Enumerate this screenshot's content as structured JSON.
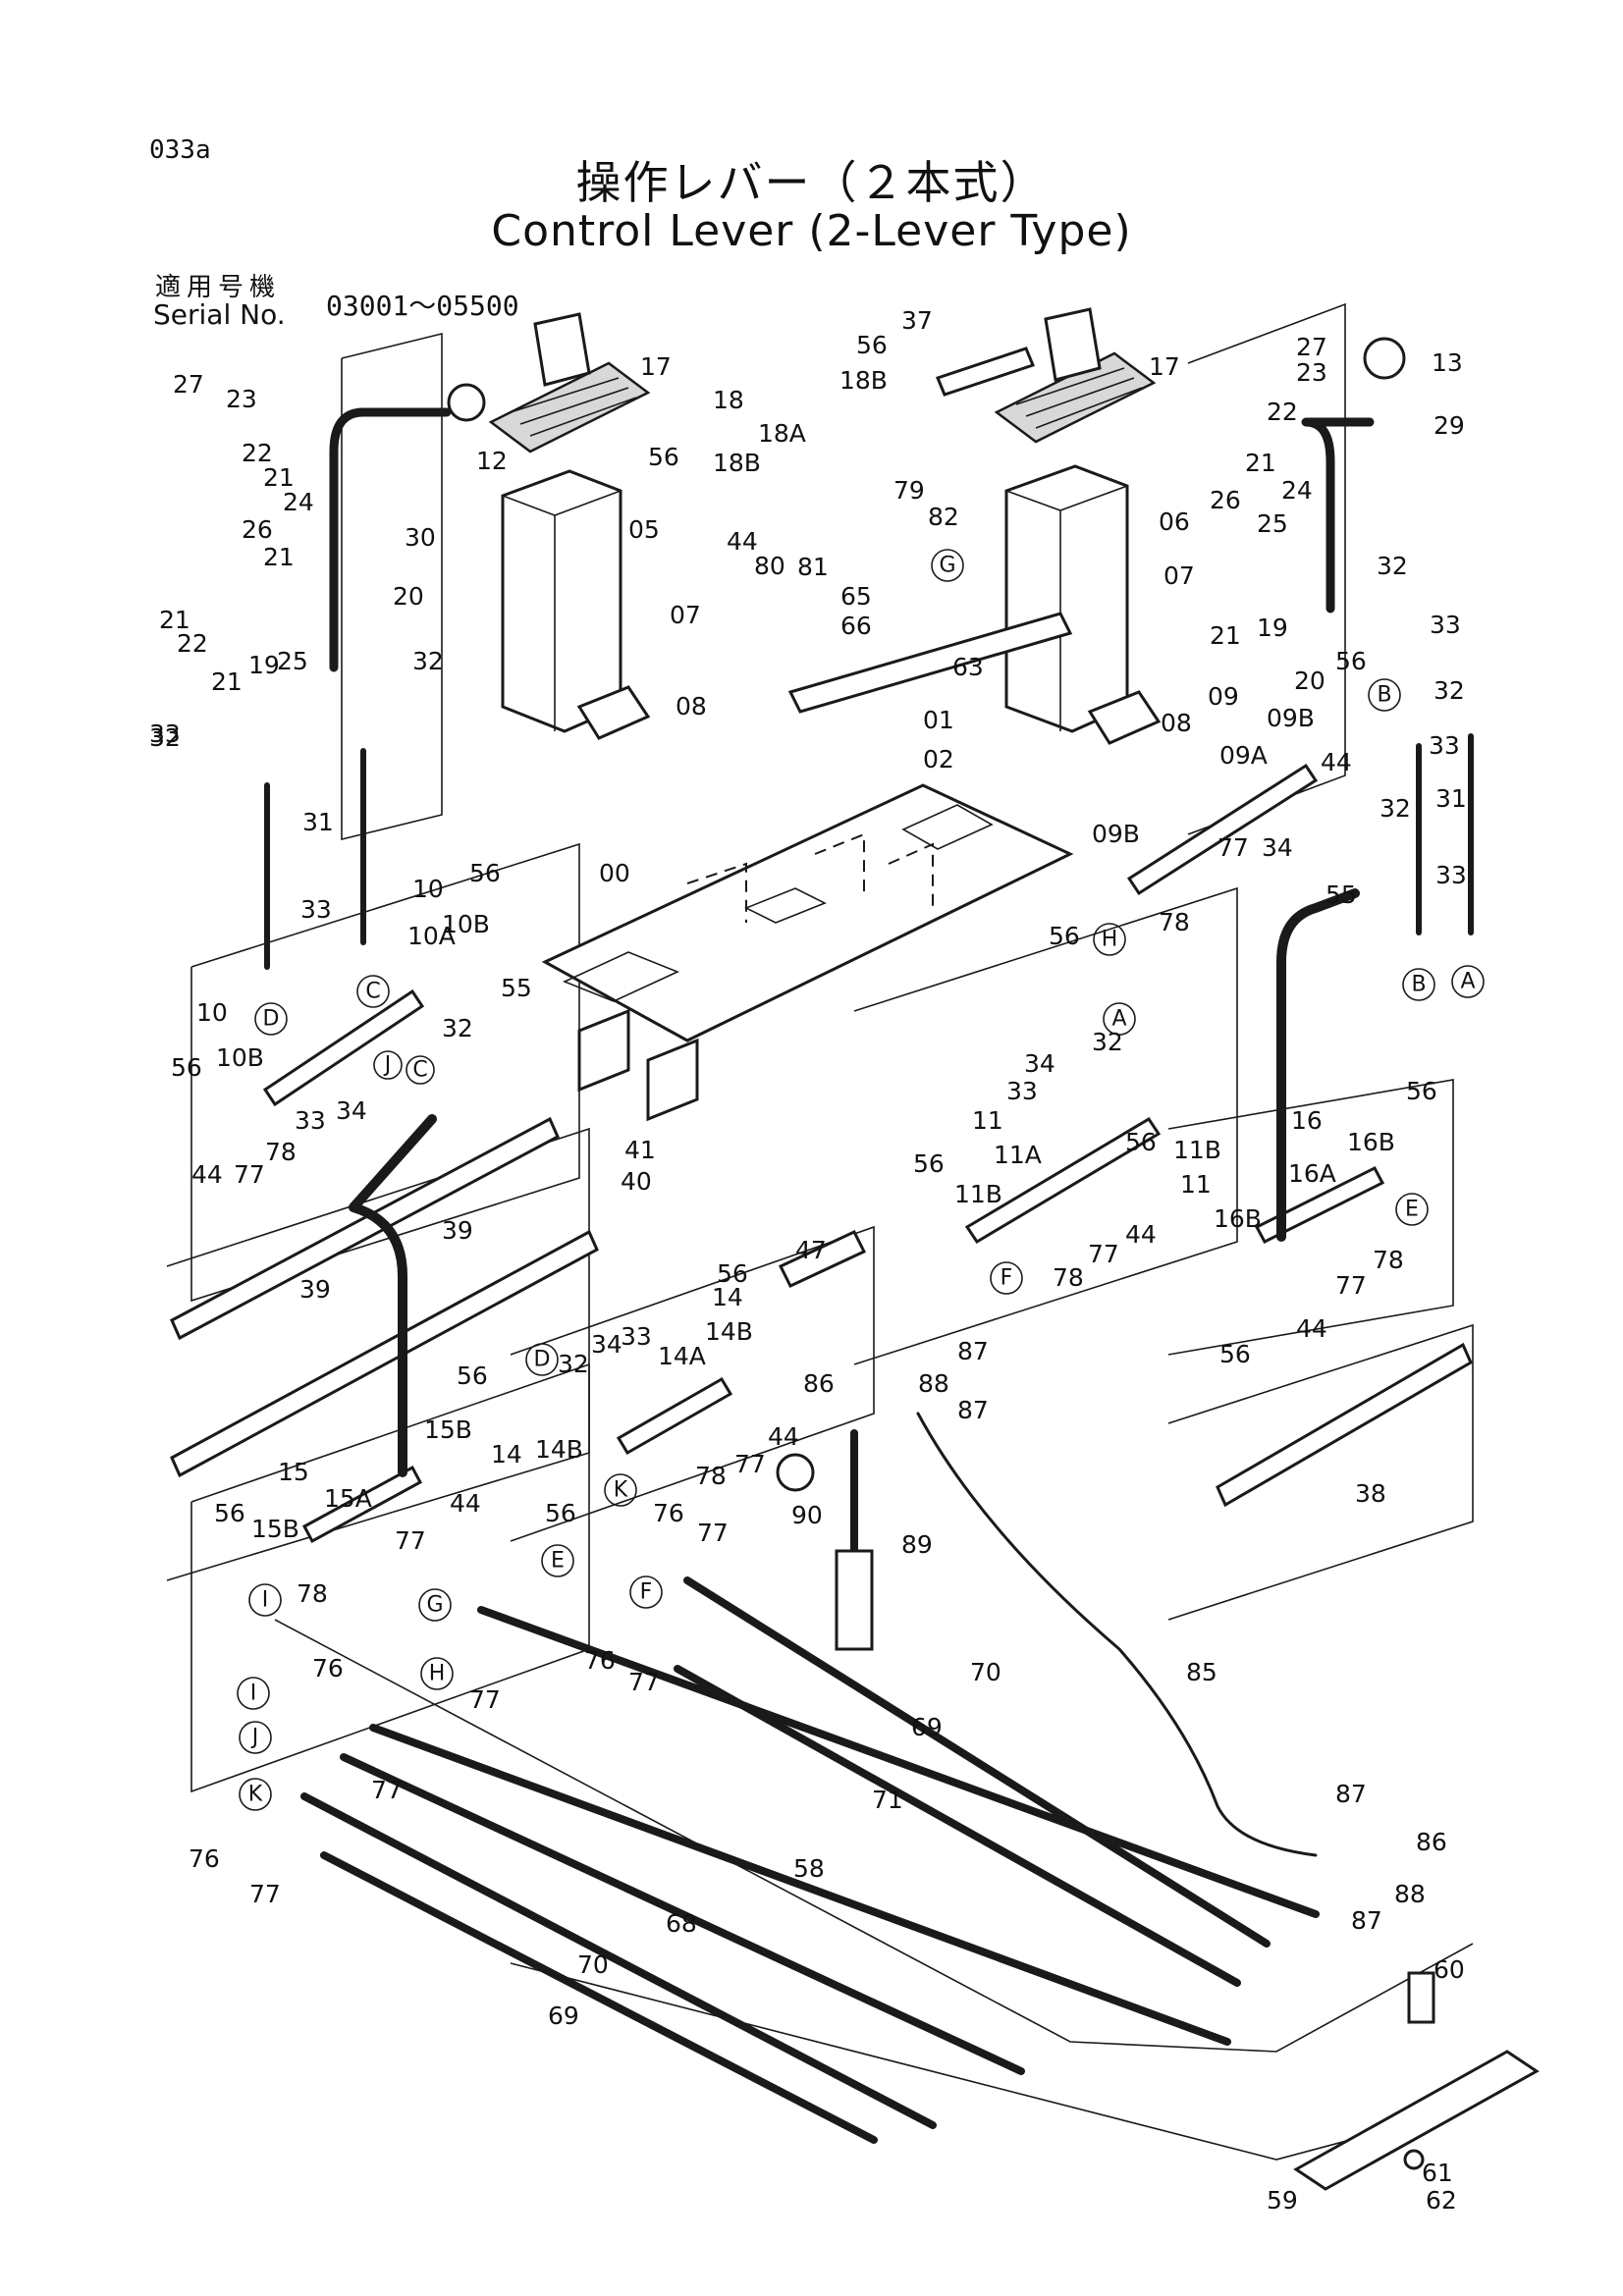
{
  "header": {
    "page_code": "033a",
    "title_jp": "操作レバー（２本式）",
    "title_en": "Control Lever (2-Lever Type)",
    "serial_label_jp": "適用号機",
    "serial_label_en": "Serial No.",
    "serial_range": "03001～05500"
  },
  "labels": {
    "l17a": "17",
    "l17b": "17",
    "l37": "37",
    "l13": "13",
    "l56a": "56",
    "l18": "18",
    "l18B_a": "18B",
    "l18A": "18A",
    "l18B_b": "18B",
    "l27a": "27",
    "l23a": "23",
    "l27b": "27",
    "l23b": "23",
    "l12": "12",
    "l22a": "22",
    "l21a": "21",
    "l22b": "22",
    "l29": "29",
    "l79": "79",
    "l56b": "56",
    "l24a": "24",
    "l26a": "26",
    "l30": "30",
    "l05": "05",
    "l06": "06",
    "l44a": "44",
    "l82": "82",
    "l21b": "21",
    "l24b": "24",
    "l26b": "26",
    "l25a": "25",
    "l80": "80",
    "l81": "81",
    "l21c": "21",
    "l32a": "32",
    "l21d": "21",
    "l22c": "22",
    "l19a": "19",
    "l65": "65",
    "l66": "66",
    "l07a": "07",
    "l07b": "07",
    "l21e": "21",
    "l19b": "19",
    "l33a": "33",
    "l20a": "20",
    "l20b": "20",
    "l25b": "25",
    "l32b": "32",
    "l56c": "56",
    "l21f": "21",
    "l63": "63",
    "l08a": "08",
    "l09": "09",
    "l32c": "32",
    "l08b": "08",
    "l33b": "33",
    "l09B_a": "09B",
    "l01": "01",
    "l09A": "09A",
    "l33c": "33",
    "l02": "02",
    "l44b": "44",
    "l32d": "32",
    "l32e": "32",
    "l31a": "31",
    "l31b": "31",
    "l09B_b": "09B",
    "l77a": "77",
    "l34a": "34",
    "l56d": "56",
    "l10a": "10",
    "l00": "00",
    "l33d": "33",
    "l55a": "55",
    "l33e": "33",
    "l10A": "10A",
    "l10B_a": "10B",
    "l78a": "78",
    "l56e": "56",
    "l55b": "55",
    "l32f": "32",
    "l10b": "10",
    "l10B_b": "10B",
    "l56f": "56",
    "l33f": "33",
    "l34b": "34",
    "l32g": "32",
    "l56g": "56",
    "l41": "41",
    "l40": "40",
    "l16": "16",
    "l16B_a": "16B",
    "l16A": "16A",
    "l44c": "44",
    "l77b": "77",
    "l78b": "78",
    "l11a": "11",
    "l11A": "11A",
    "l11B_a": "11B",
    "l11B_b": "11B",
    "l11b": "11",
    "l56h": "56",
    "l44d": "44",
    "l77c": "77",
    "l78c": "78",
    "l16B_b": "16B",
    "l78d": "78",
    "l77d": "77",
    "l44e": "44",
    "l56i": "56",
    "l39a": "39",
    "l39b": "39",
    "l47": "47",
    "l56j": "56",
    "l14": "14",
    "l14B_a": "14B",
    "l14A": "14A",
    "l33g": "33",
    "l34c": "34",
    "l32h": "32",
    "l87a": "87",
    "l88a": "88",
    "l86a": "86",
    "l87b": "87",
    "l56k": "56",
    "l14B_b": "14B",
    "l14b": "14",
    "l44f": "44",
    "l77e": "77",
    "l78e": "78",
    "l38": "38",
    "l15": "15",
    "l15B_a": "15B",
    "l15A": "15A",
    "l44g": "44",
    "l56l": "56",
    "l15B_b": "15B",
    "l56m": "56",
    "l77f": "77",
    "l78f": "78",
    "l90": "90",
    "l89": "89",
    "l76a": "76",
    "l77g": "77",
    "l76b": "77",
    "l76c": "76",
    "l77h": "77",
    "l70a": "70",
    "l85": "85",
    "l69a": "69",
    "l76d": "76",
    "l77i": "77",
    "l77j": "77",
    "l71": "71",
    "l76e": "76",
    "l77k": "77",
    "l87c": "87",
    "l86b": "86",
    "l88b": "88",
    "l87d": "87",
    "l58": "58",
    "l68": "68",
    "l70b": "70",
    "l69b": "69",
    "l60": "60",
    "l61": "61",
    "l59": "59",
    "l62": "62"
  },
  "callouts": {
    "cA1": "A",
    "cA2": "A",
    "cB1": "B",
    "cB2": "B",
    "cC1": "C",
    "cC2": "C",
    "cD1": "D",
    "cD2": "D",
    "cE1": "E",
    "cE2": "E",
    "cF1": "F",
    "cF2": "F",
    "cG1": "G",
    "cG2": "G",
    "cH1": "H",
    "cH2": "H",
    "cI1": "I",
    "cI2": "I",
    "cJ1": "J",
    "cJ2": "J",
    "cK1": "K",
    "cK2": "K"
  }
}
